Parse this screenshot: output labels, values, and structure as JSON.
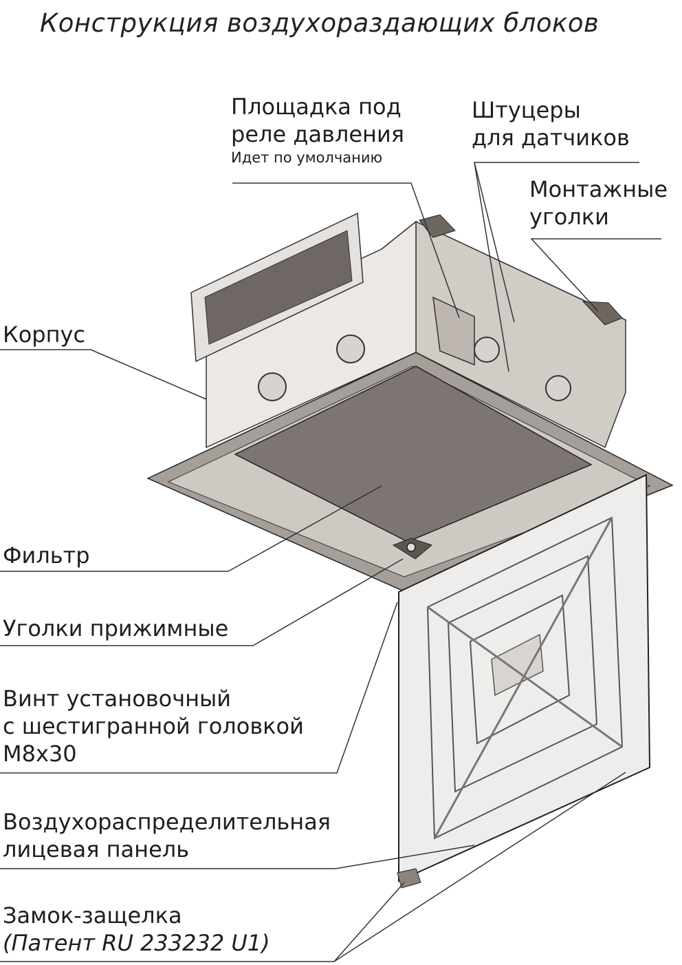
{
  "title": "Конструкция воздухораздающих блоков",
  "labels": {
    "pressure_pad": {
      "line1": "Площадка под",
      "line2": "реле давления",
      "note": "Идет по умолчанию"
    },
    "sensor_fittings": {
      "line1": "Штуцеры",
      "line2": "для датчиков"
    },
    "mounting_brackets": {
      "line1": "Монтажные",
      "line2": "уголки"
    },
    "housing": {
      "line1": "Корпус"
    },
    "filter": {
      "line1": "Фильтр"
    },
    "clamp_corners": {
      "line1": "Уголки прижимные"
    },
    "set_screw": {
      "line1": "Винт установочный",
      "line2": "с шестигранной головкой",
      "line3": "M8x30"
    },
    "face_panel": {
      "line1": "Воздухораспределительная",
      "line2": "лицевая панель"
    },
    "latch": {
      "line1": "Замок-защелка",
      "line2": "(Патент RU 233232 U1)"
    }
  },
  "colors": {
    "text": "#1e1e1e",
    "leader_line": "#333333",
    "metal_light": "#e6e4e2",
    "metal_mid": "#cfcac6",
    "metal_dark": "#8f8883",
    "filter": "#7d7571"
  }
}
